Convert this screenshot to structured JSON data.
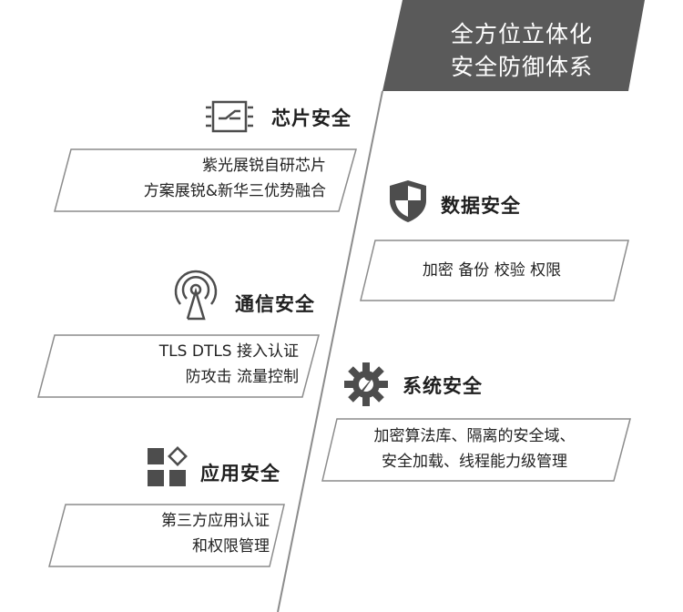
{
  "banner": {
    "line1": "全方位立体化",
    "line2": "安全防御体系",
    "color": "#5a5a5a"
  },
  "accent": {
    "box_border": "#8c8c8c",
    "icon_color": "#4d4d4d"
  },
  "sections": {
    "chip": {
      "title": "芯片安全",
      "icon": "chip-icon",
      "lines": [
        "紫光展锐自研芯片",
        "方案展锐&新华三优势融合"
      ]
    },
    "data": {
      "title": "数据安全",
      "icon": "shield-icon",
      "lines": [
        "加密 备份 校验 权限"
      ]
    },
    "comm": {
      "title": "通信安全",
      "icon": "antenna-icon",
      "lines": [
        "TLS DTLS 接入认证",
        "防攻击 流量控制"
      ]
    },
    "system": {
      "title": "系统安全",
      "icon": "gear-wrench-icon",
      "lines": [
        "加密算法库、隔离的安全域、",
        "安全加载、线程能力级管理"
      ]
    },
    "app": {
      "title": "应用安全",
      "icon": "app-grid-icon",
      "lines": [
        "第三方应用认证",
        "和权限管理"
      ]
    }
  }
}
